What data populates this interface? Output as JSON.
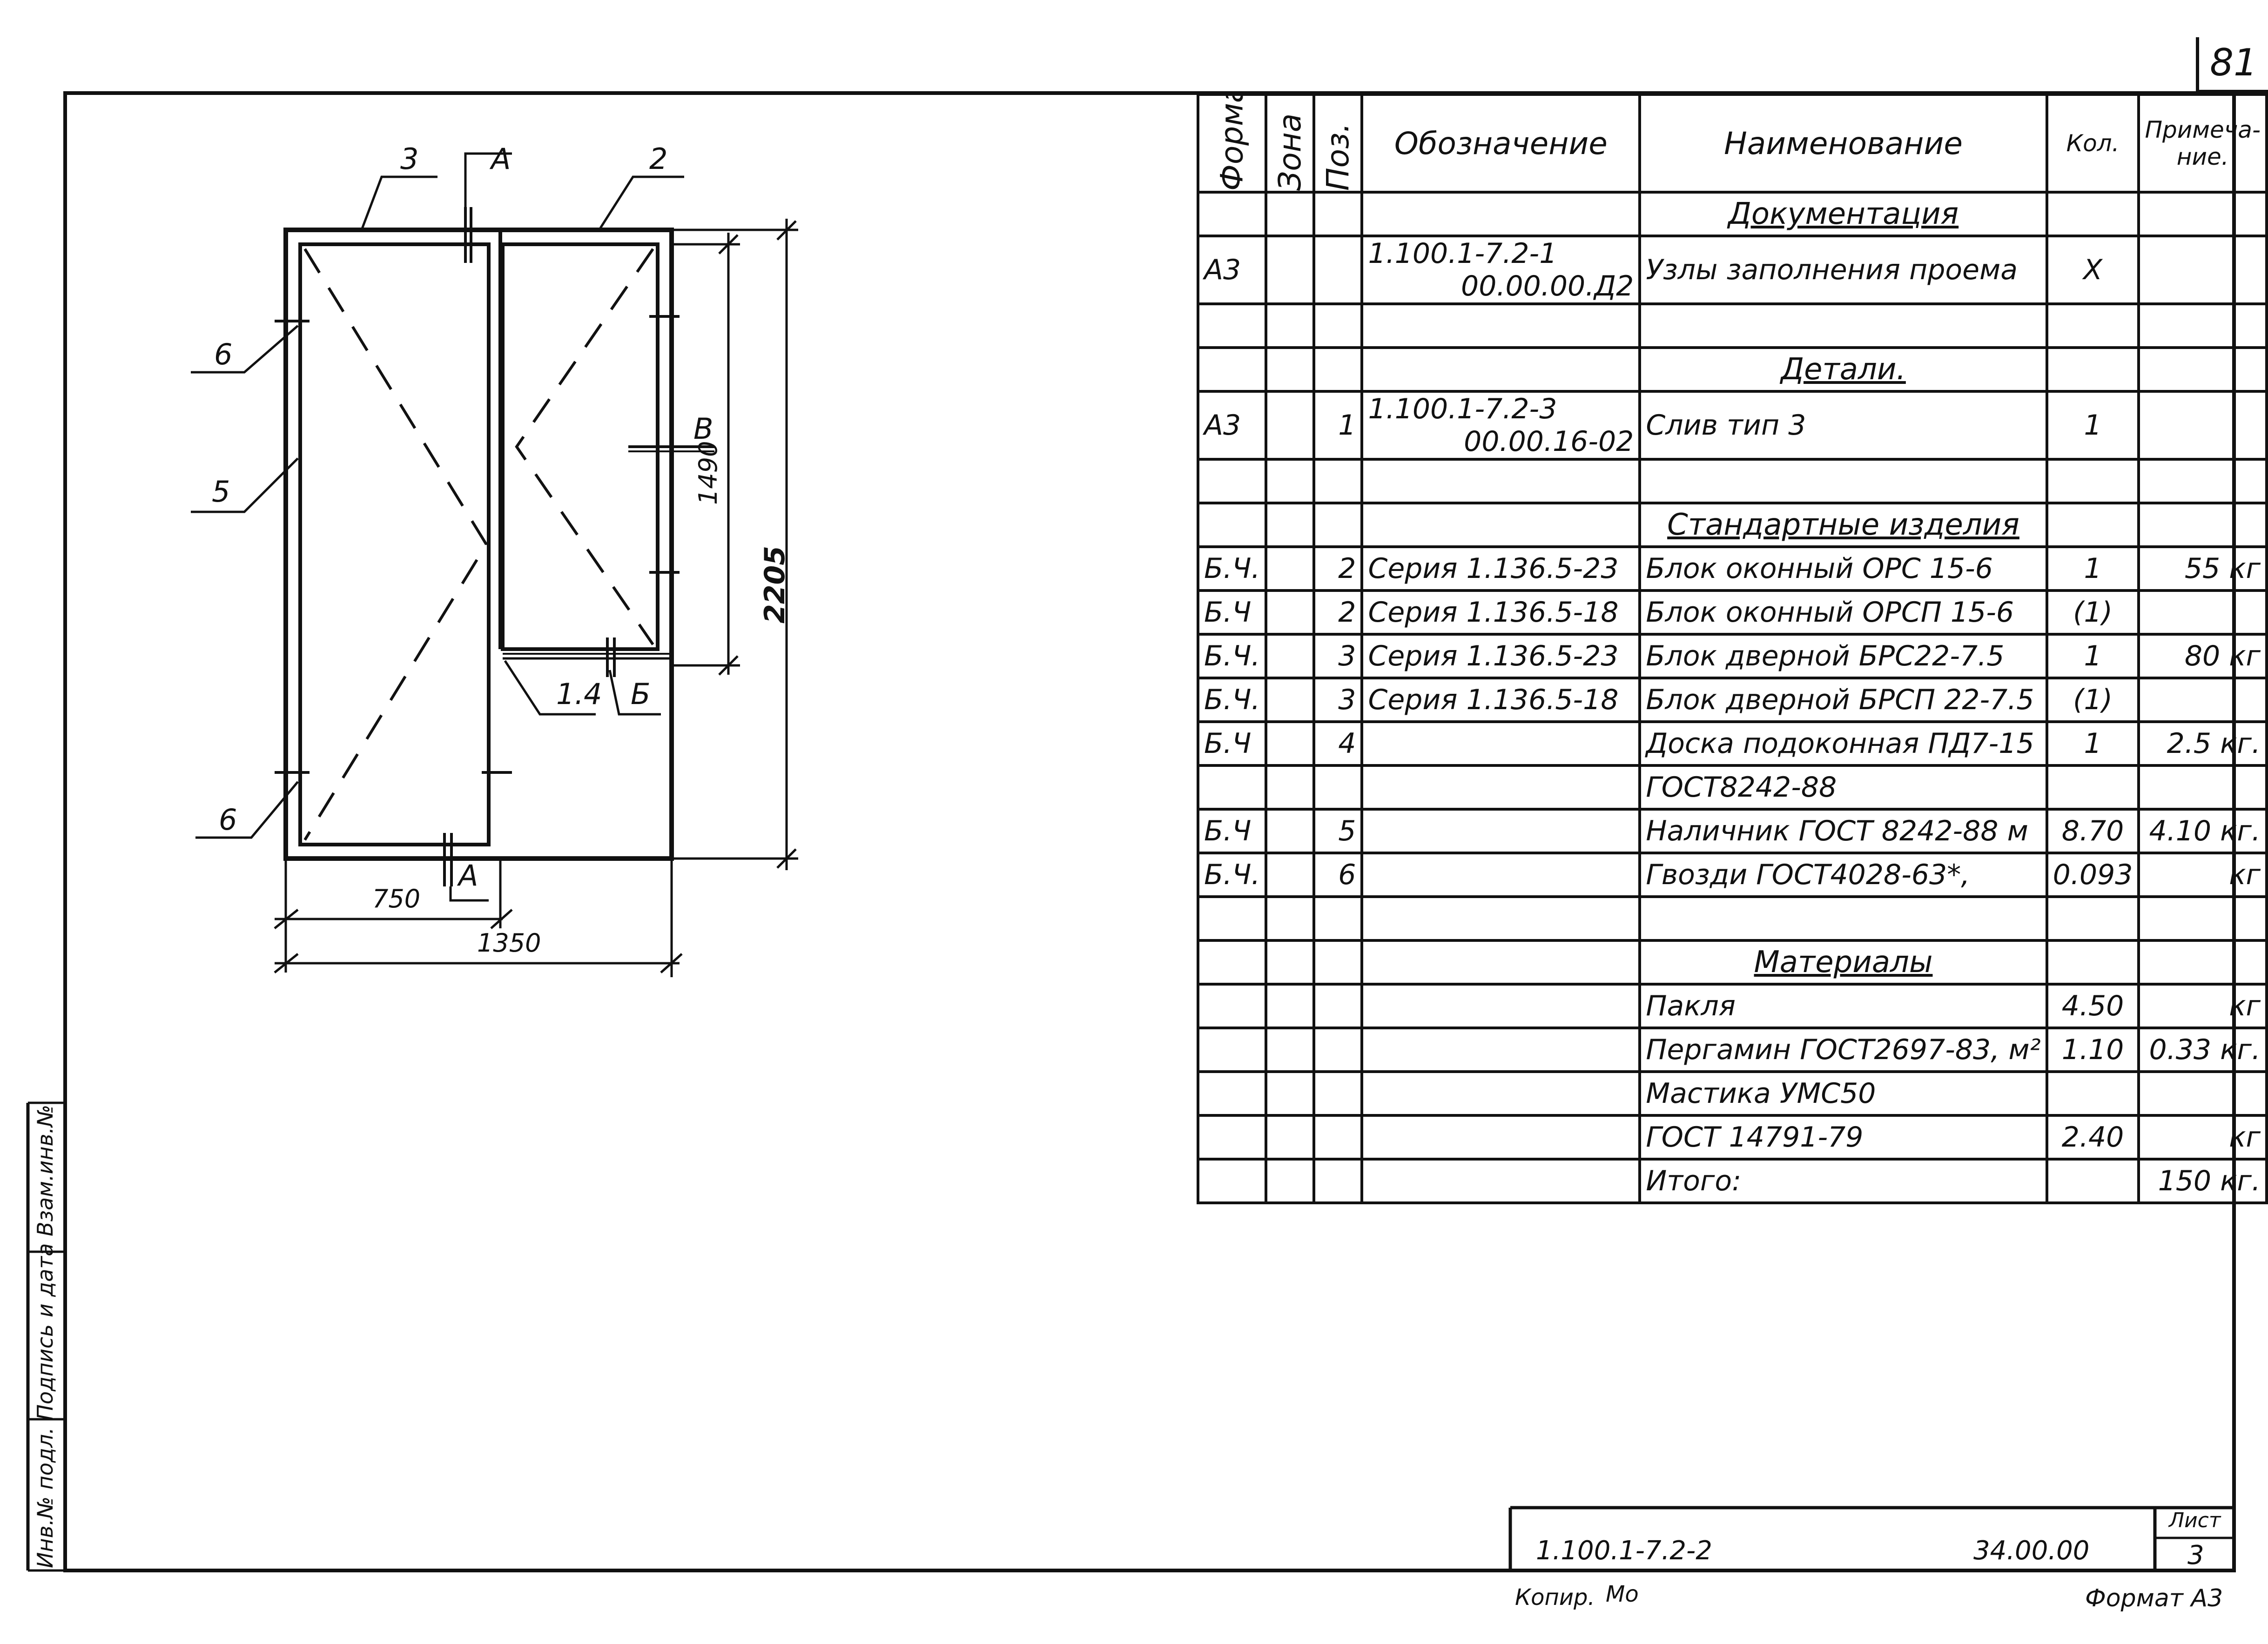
{
  "page_number": "81",
  "drawing": {
    "labels": {
      "three": "3",
      "a_top": "А",
      "two": "2",
      "six_top": "6",
      "five": "5",
      "six_bottom": "6",
      "b_right": "В",
      "one_four": "1.4",
      "b_bottom": "Б",
      "a_bottom": "А"
    },
    "dimensions": {
      "d750": "750",
      "d1350": "1350",
      "d1490": "1490",
      "d2205": "2205"
    }
  },
  "table": {
    "headers": {
      "format": "Формат",
      "zone": "Зона",
      "pos": "Поз.",
      "designation": "Обозначение",
      "name": "Наименование",
      "qty": "Кол.",
      "note": "Примеча-ние."
    },
    "rows": [
      {
        "type": "section",
        "name": "Документация"
      },
      {
        "type": "item",
        "format": "А3",
        "zone": "",
        "pos": "",
        "designation": "1.100.1-7.2-1",
        "code": "00.00.00.Д2",
        "name": "Узлы заполнения проема",
        "qty": "X",
        "note": ""
      },
      {
        "type": "blank"
      },
      {
        "type": "section",
        "name": "Детали."
      },
      {
        "type": "item",
        "format": "А3",
        "zone": "",
        "pos": "1",
        "designation": "1.100.1-7.2-3",
        "code": "00.00.16-02",
        "name": "Слив   тип 3",
        "qty": "1",
        "note": ""
      },
      {
        "type": "blank"
      },
      {
        "type": "section",
        "name": "Стандартные изделия"
      },
      {
        "type": "item",
        "format": "Б.Ч.",
        "zone": "",
        "pos": "2",
        "designation": "Серия 1.136.5-23",
        "code": "",
        "name": "Блок оконный ОРС 15-6",
        "qty": "1",
        "note": "55 кг"
      },
      {
        "type": "item",
        "format": "Б.Ч",
        "zone": "",
        "pos": "2",
        "designation": "Серия 1.136.5-18",
        "code": "",
        "name": "Блок оконный ОРСП 15-6",
        "qty": "(1)",
        "note": ""
      },
      {
        "type": "item",
        "format": "Б.Ч.",
        "zone": "",
        "pos": "3",
        "designation": "Серия 1.136.5-23",
        "code": "",
        "name": "Блок дверной БРС22-7.5",
        "qty": "1",
        "note": "80 кг"
      },
      {
        "type": "item",
        "format": "Б.Ч.",
        "zone": "",
        "pos": "3",
        "designation": "Серия 1.136.5-18",
        "code": "",
        "name": "Блок дверной БРСП 22-7.5",
        "qty": "(1)",
        "note": ""
      },
      {
        "type": "item",
        "format": "Б.Ч",
        "zone": "",
        "pos": "4",
        "designation": "",
        "code": "",
        "name": "Доска подоконная ПД7-15",
        "qty": "1",
        "note": "2.5 кг."
      },
      {
        "type": "item",
        "format": "",
        "zone": "",
        "pos": "",
        "designation": "",
        "code": "",
        "name": "ГОСТ8242-88",
        "qty": "",
        "note": ""
      },
      {
        "type": "item",
        "format": "Б.Ч",
        "zone": "",
        "pos": "5",
        "designation": "",
        "code": "",
        "name": "Наличник ГОСТ 8242-88  м",
        "qty": "8.70",
        "note": "4.10 кг."
      },
      {
        "type": "item",
        "format": "Б.Ч.",
        "zone": "",
        "pos": "6",
        "designation": "",
        "code": "",
        "name": "Гвозди ГОСТ4028-63*,",
        "qty": "0.093",
        "note": "кг"
      },
      {
        "type": "blank"
      },
      {
        "type": "section",
        "name": "Материалы"
      },
      {
        "type": "item",
        "format": "",
        "zone": "",
        "pos": "",
        "designation": "",
        "code": "",
        "name": "Пакля",
        "qty": "4.50",
        "note": "кг"
      },
      {
        "type": "item",
        "format": "",
        "zone": "",
        "pos": "",
        "designation": "",
        "code": "",
        "name": "Пергамин ГОСТ2697-83, м²",
        "qty": "1.10",
        "note": "0.33 кг."
      },
      {
        "type": "item",
        "format": "",
        "zone": "",
        "pos": "",
        "designation": "",
        "code": "",
        "name": "Мастика УМС50",
        "qty": "",
        "note": ""
      },
      {
        "type": "item",
        "format": "",
        "zone": "",
        "pos": "",
        "designation": "",
        "code": "",
        "name": "ГОСТ 14791-79",
        "qty": "2.40",
        "note": "кг"
      },
      {
        "type": "item",
        "format": "",
        "zone": "",
        "pos": "",
        "designation": "",
        "code": "",
        "name": "Итого:",
        "qty": "",
        "note": "150 кг."
      }
    ]
  },
  "title_block": {
    "designation": "1.100.1-7.2-2",
    "code": "34.00.00",
    "sheet_label": "Лист",
    "sheet_number": "3",
    "copy_label": "Копир.",
    "copy_signature": "Мо",
    "format_label": "Формат А3"
  },
  "side_stamp": {
    "text": "Инв.№ подл.  Подпись и дата  Взам.инв.№"
  }
}
